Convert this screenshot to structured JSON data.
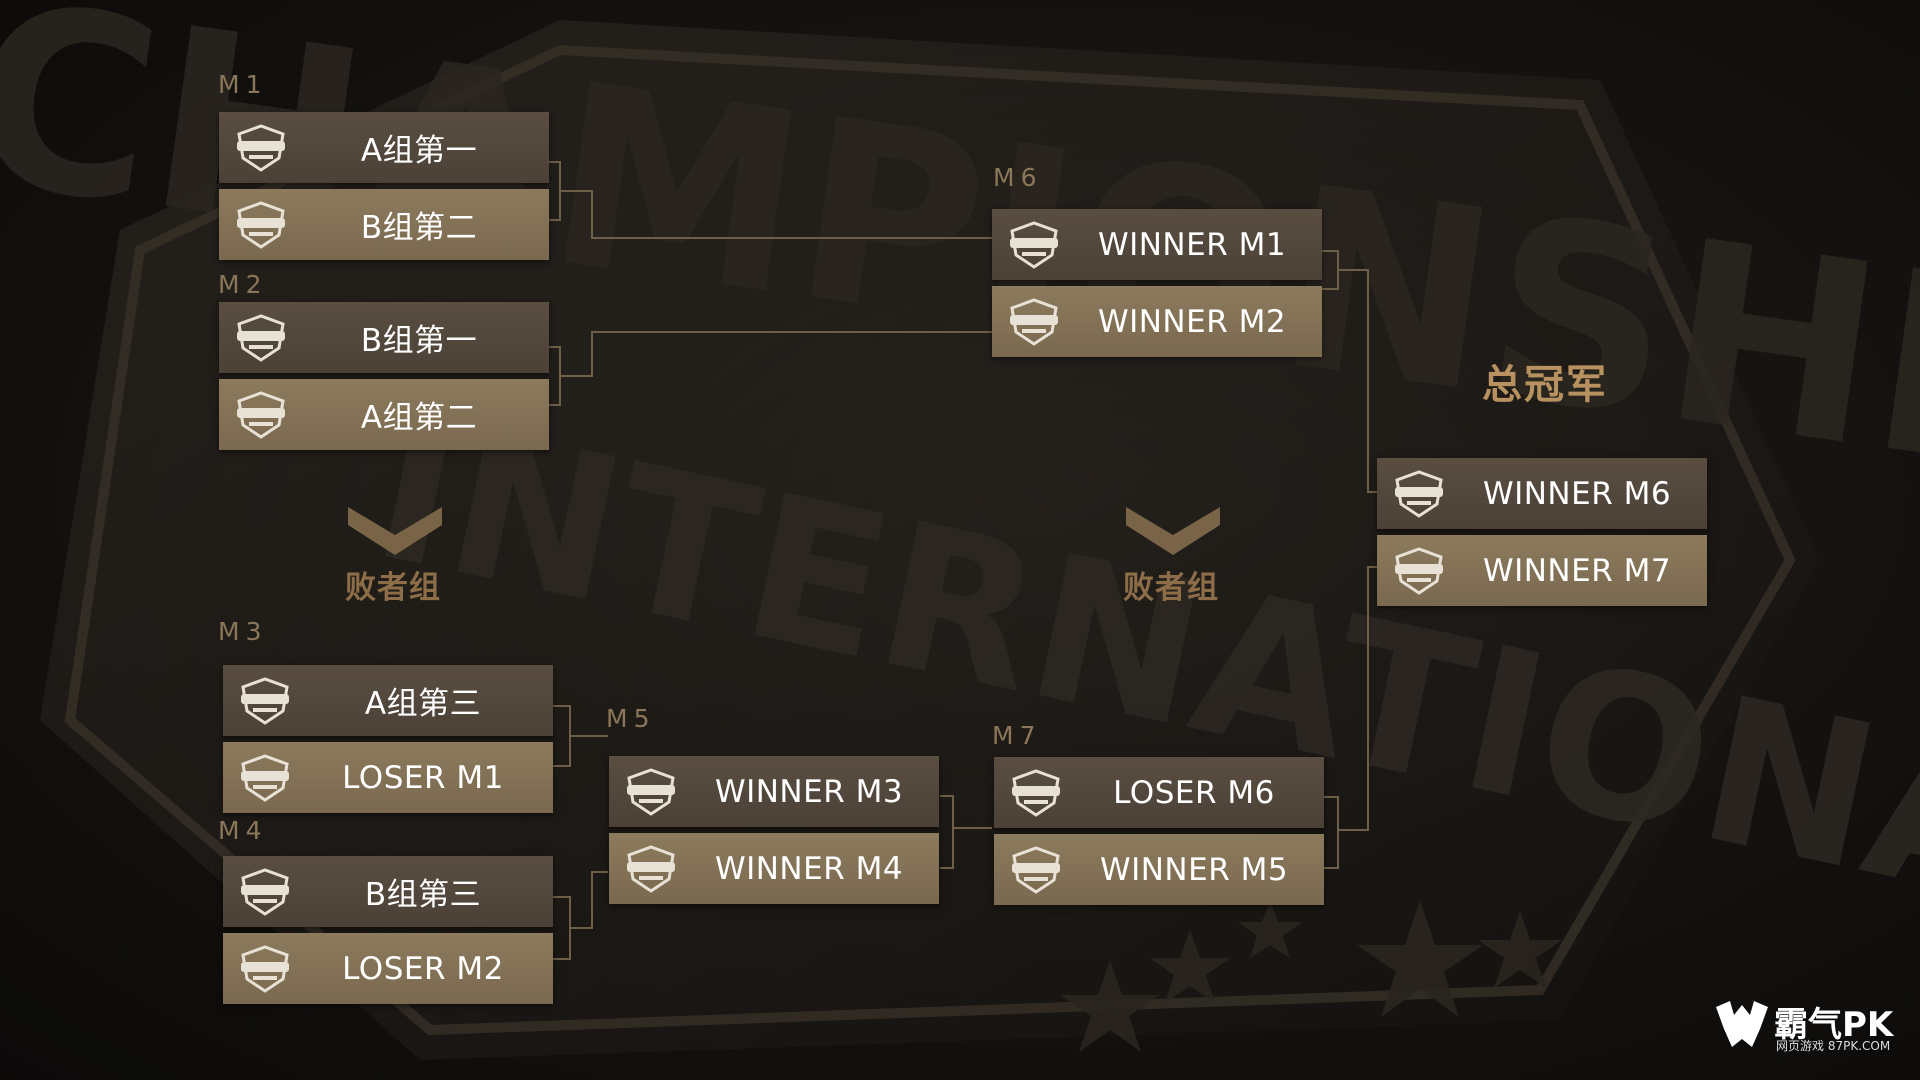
{
  "background": {
    "watermark_word_1": "CHAMPIONSHIP",
    "watermark_word_2": "INTERNATIONAL"
  },
  "colors": {
    "label": "#8a7658",
    "slot_dark": "#4f4439",
    "slot_light": "#837256",
    "connector": "#6e6048",
    "champion": "#b7915f"
  },
  "icons": {
    "badge": "championship-international-badge-icon",
    "chevron": "chevron-down-icon"
  },
  "sections": {
    "losers_bracket_label_1": "败者组",
    "losers_bracket_label_2": "败者组",
    "champion_title": "总冠军"
  },
  "matches": {
    "m1": {
      "label": "M1",
      "slot_1": "A组第一",
      "slot_2": "B组第二"
    },
    "m2": {
      "label": "M2",
      "slot_1": "B组第一",
      "slot_2": "A组第二"
    },
    "m3": {
      "label": "M3",
      "slot_1": "A组第三",
      "slot_2": "LOSER M1"
    },
    "m4": {
      "label": "M4",
      "slot_1": "B组第三",
      "slot_2": "LOSER M2"
    },
    "m5": {
      "label": "M5",
      "slot_1": "WINNER M3",
      "slot_2": "WINNER M4"
    },
    "m6": {
      "label": "M6",
      "slot_1": "WINNER M1",
      "slot_2": "WINNER M2"
    },
    "m7": {
      "label": "M7",
      "slot_1": "LOSER M6",
      "slot_2": "WINNER M5"
    },
    "final": {
      "slot_1": "WINNER M6",
      "slot_2": "WINNER M7"
    }
  },
  "brand": {
    "name": "霸气PK",
    "subtitle": "网页游戏 87PK.COM"
  }
}
